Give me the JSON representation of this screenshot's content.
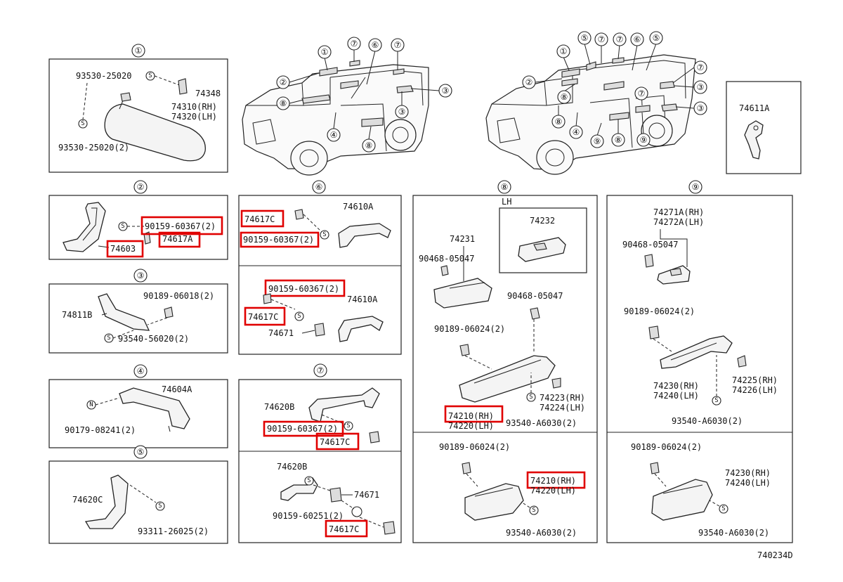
{
  "diagram_id": "740234D",
  "lh_label": "LH",
  "vehicle_left_callouts": [
    {
      "n": "①"
    },
    {
      "n": "⑦"
    },
    {
      "n": "⑥"
    },
    {
      "n": "⑦"
    },
    {
      "n": "②"
    },
    {
      "n": "③"
    },
    {
      "n": "⑧"
    },
    {
      "n": "③"
    },
    {
      "n": "④"
    },
    {
      "n": "⑧"
    }
  ],
  "vehicle_right_callouts": [
    {
      "n": "⑤"
    },
    {
      "n": "⑦"
    },
    {
      "n": "⑦"
    },
    {
      "n": "⑥"
    },
    {
      "n": "⑤"
    },
    {
      "n": "①"
    },
    {
      "n": "⑦"
    },
    {
      "n": "②"
    },
    {
      "n": "③"
    },
    {
      "n": "⑧"
    },
    {
      "n": "⑦"
    },
    {
      "n": "③"
    },
    {
      "n": "⑧"
    },
    {
      "n": "④"
    },
    {
      "n": "⑨"
    },
    {
      "n": "⑧"
    },
    {
      "n": "⑨"
    }
  ],
  "sections": [
    {
      "number": "①",
      "labels": [
        "93530-25020",
        "74348",
        "74310(RH)",
        "74320(LH)",
        "93530-25020(2)"
      ],
      "symbol": "S"
    },
    {
      "number": "②",
      "labels": [
        "90159-60367(2)",
        "74617A",
        "74603"
      ],
      "symbol": "S"
    },
    {
      "number": "③",
      "labels": [
        "90189-06018(2)",
        "74811B",
        "93540-56020(2)"
      ],
      "symbol": "S"
    },
    {
      "number": "④",
      "labels": [
        "74604A",
        "90179-08241(2)"
      ],
      "symbol": "N"
    },
    {
      "number": "⑤",
      "labels": [
        "74620C",
        "93311-26025(2)"
      ],
      "symbol": "S"
    },
    {
      "number": "⑥",
      "labels": [
        "74617C",
        "74610A",
        "90159-60367(2)",
        "90159-60367(2)",
        "74617C",
        "74610A",
        "74671"
      ],
      "symbol": "S"
    },
    {
      "number": "⑦",
      "labels": [
        "74620B",
        "90159-60367(2)",
        "74617C",
        "74620B",
        "74671",
        "90159-60251(2)",
        "74617C"
      ],
      "symbol": "S"
    },
    {
      "number": "⑧",
      "labels": [
        "74232",
        "74231",
        "90468-05047",
        "90468-05047",
        "90189-06024(2)",
        "74223(RH)",
        "74224(LH)",
        "74210(RH)",
        "74220(LH)",
        "93540-A6030(2)",
        "90189-06024(2)",
        "74210(RH)",
        "74220(LH)",
        "93540-A6030(2)"
      ],
      "symbol": "S"
    },
    {
      "number": "⑨",
      "labels": [
        "74271A(RH)",
        "74272A(LH)",
        "90468-05047",
        "90189-06024(2)",
        "74225(RH)",
        "74226(LH)",
        "74230(RH)",
        "74240(LH)",
        "93540-A6030(2)",
        "90189-06024(2)",
        "74230(RH)",
        "74240(LH)",
        "93540-A6030(2)"
      ],
      "symbol": "S"
    },
    {
      "number": "",
      "labels": [
        "74611A"
      ],
      "symbol": ""
    }
  ]
}
